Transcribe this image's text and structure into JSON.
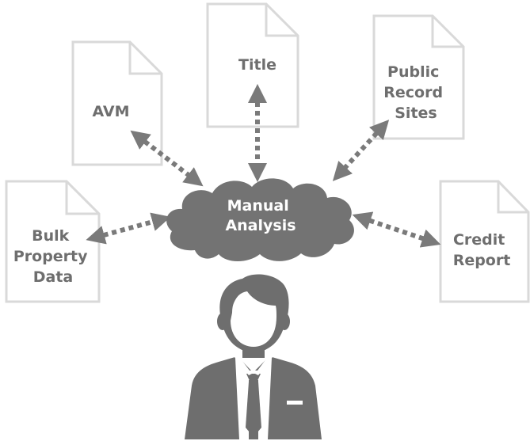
{
  "center": {
    "lines": [
      "Manual",
      "Analysis"
    ]
  },
  "documents": {
    "title": {
      "lines": [
        "Title"
      ]
    },
    "avm": {
      "lines": [
        "AVM"
      ]
    },
    "public_records": {
      "lines": [
        "Public",
        "Record",
        "Sites"
      ]
    },
    "bulk_property": {
      "lines": [
        "Bulk",
        "Property",
        "Data"
      ]
    },
    "credit_report": {
      "lines": [
        "Credit",
        "Report"
      ]
    }
  },
  "colors": {
    "doc_outline": "#d9d9d9",
    "doc_text": "#6e6e6e",
    "cloud_fill": "#737373",
    "arrow": "#7a7a7a",
    "person": "#6e6e6e"
  },
  "icons": {
    "person": "businessman-icon",
    "document": "document-icon",
    "cloud": "cloud-icon"
  }
}
